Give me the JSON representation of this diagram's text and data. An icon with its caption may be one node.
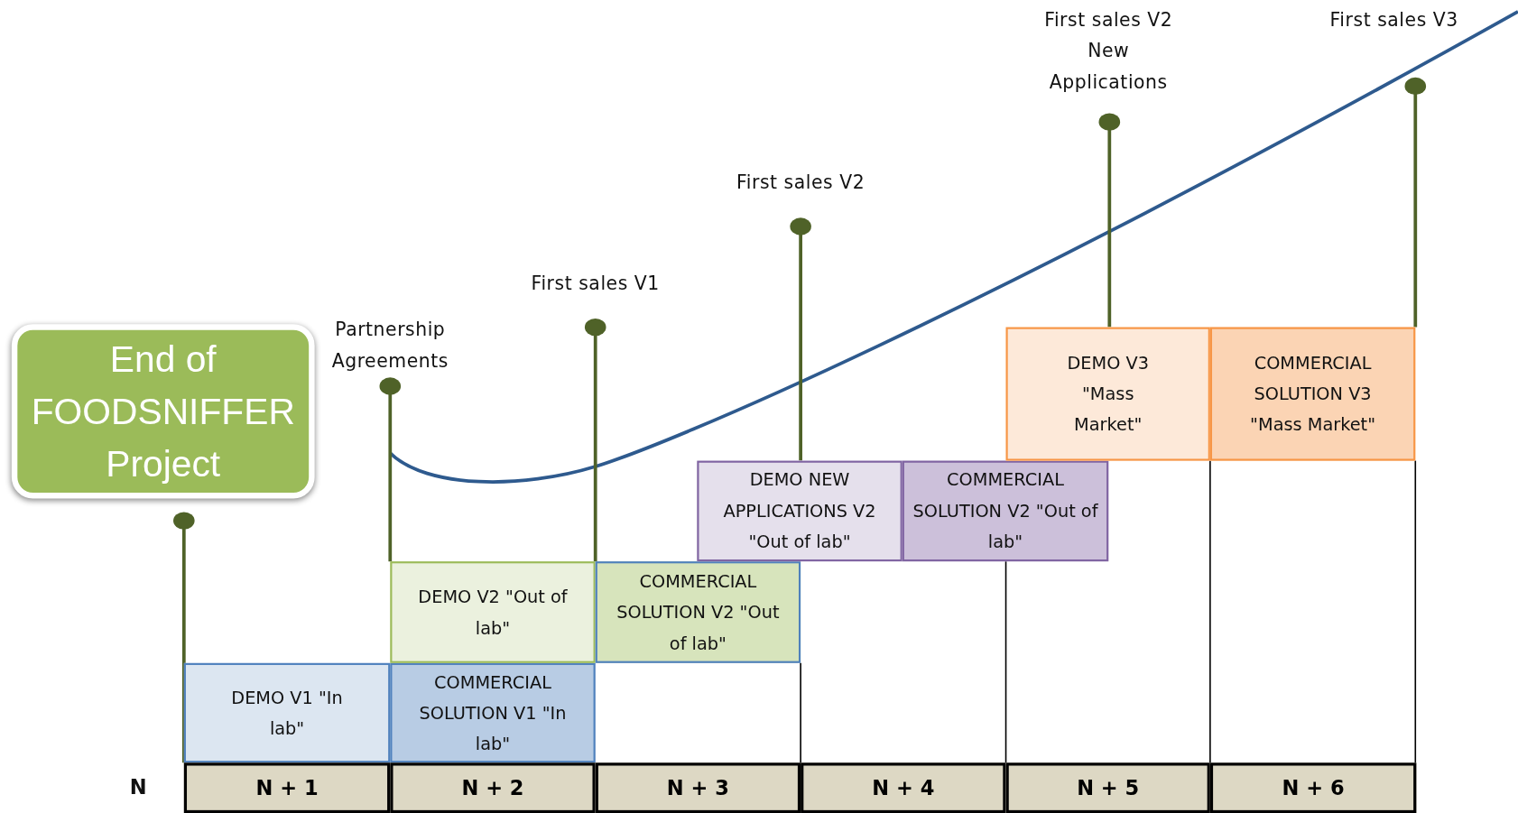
{
  "diagram": {
    "nodes": [
      {
        "text": [
          "End of FOODSNIFFER Project"
        ]
      },
      {
        "text": [
          "DEMO V1 \"In lab\""
        ]
      },
      {
        "text": [
          "COMMERCIAL SOLUTION V1 \"In lab\""
        ]
      },
      {
        "text": [
          "DEMO V2 \"Out of lab\""
        ]
      },
      {
        "text": [
          "COMMERCIAL SOLUTION V2 \"Out of lab\""
        ]
      },
      {
        "text": [
          "DEMO NEW APPLICATIONS V2 \"Out of lab\""
        ]
      },
      {
        "text": [
          "COMMERCIAL SOLUTION V2 \"Out of lab\""
        ]
      },
      {
        "text": [
          "DEMO V3 \"Mass Market\""
        ]
      },
      {
        "text": [
          "COMMERCIAL SOLUTION V3 \"Mass Market\""
        ]
      }
    ],
    "labels": [
      "First sales V2 New Applications",
      "First sales V3",
      "First sales V2",
      "First sales V1",
      "Partnership Agreements",
      "N",
      "N + 1",
      "N + 2",
      "N + 3",
      "N + 4",
      "N + 5",
      "N + 6"
    ]
  }
}
